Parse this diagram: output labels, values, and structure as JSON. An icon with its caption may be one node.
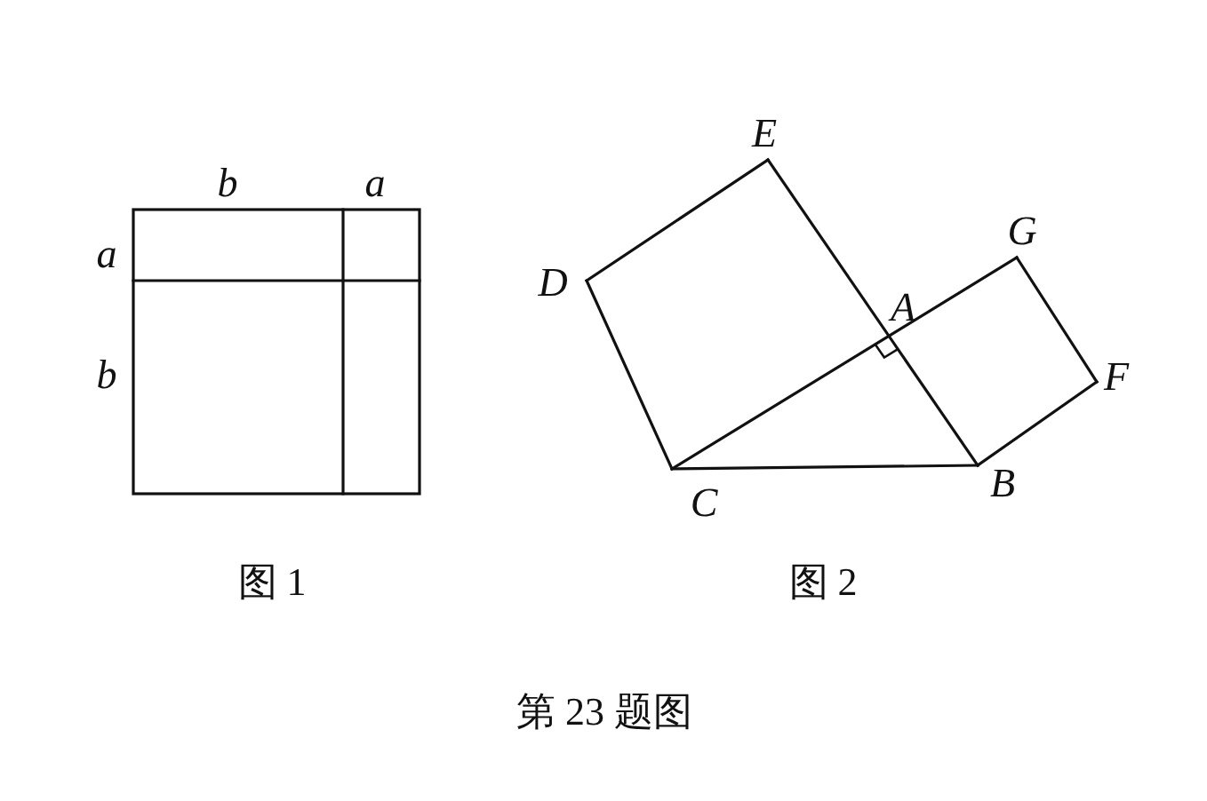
{
  "diagram": {
    "caption": "第 23 题图",
    "labels": [
      "b",
      "a",
      "a",
      "b",
      "E",
      "D",
      "G",
      "A",
      "F",
      "C",
      "B",
      "图 1",
      "图 2"
    ]
  }
}
